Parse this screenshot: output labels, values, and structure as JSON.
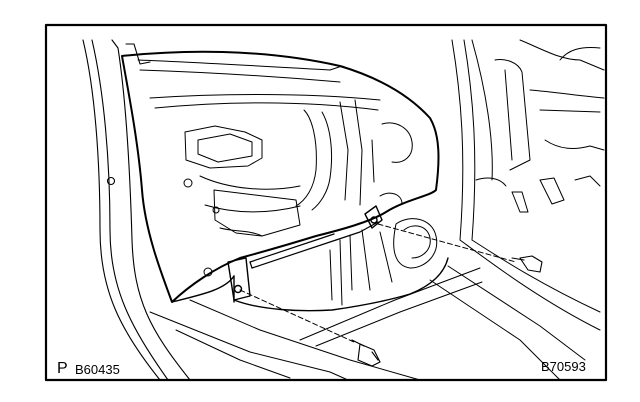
{
  "figure": {
    "view_letter": "P",
    "ref_left": "B60435",
    "ref_right": "B70593",
    "line_color": "#000000",
    "background": "#ffffff"
  }
}
